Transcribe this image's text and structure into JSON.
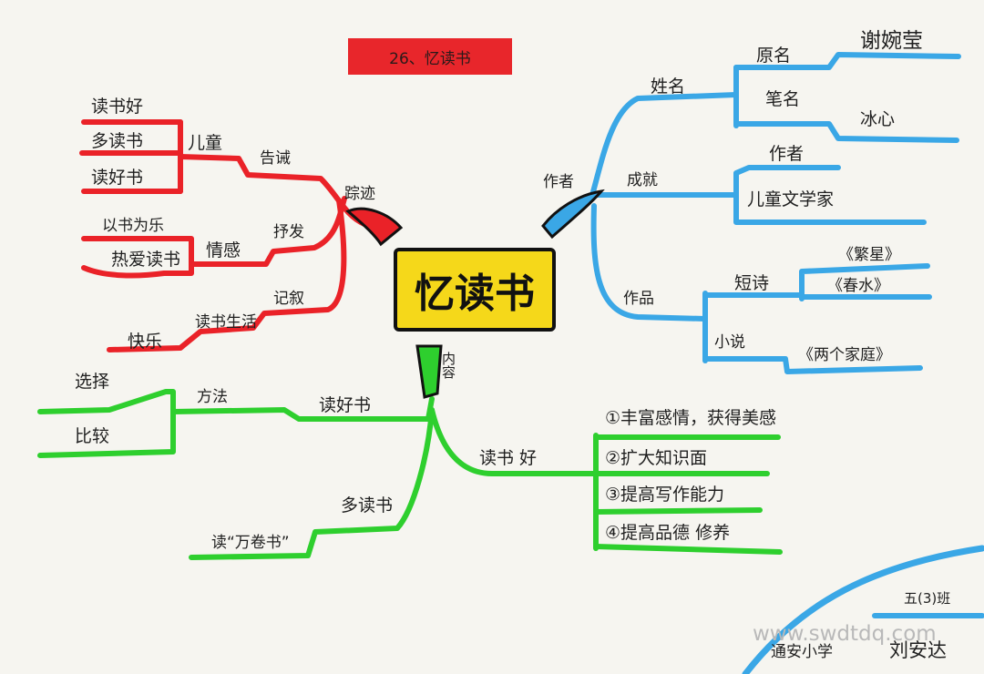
{
  "title": "26、忆读书",
  "center": "忆读书",
  "colors": {
    "red": "#ea2228",
    "blue": "#3aa7e6",
    "green": "#2ecf2e",
    "center_fill": "#f5d81a",
    "banner": "#e8262b"
  },
  "red_branch": {
    "key": "踪迹",
    "children": {
      "gaojie": "告诫",
      "ertong": "儿童",
      "dushuhao": "读书好",
      "duodushu": "多读书",
      "dushaoshu": "读好书",
      "shufa": "抒发",
      "qinggan": "情感",
      "yishu": "以书为乐",
      "reai": "热爱读书",
      "jixu": "记叙",
      "dushushenghuo": "读书生活",
      "kuaile": "快乐"
    }
  },
  "blue_branch": {
    "key": "作者",
    "children": {
      "xingming": "姓名",
      "yuanming": "原名",
      "xiewanying": "谢婉莹",
      "biming": "笔名",
      "bingxin": "冰心",
      "chengjiu": "成就",
      "zuojia": "作者",
      "ertongwenxue": "儿童文学家",
      "zuopin": "作品",
      "duanshi": "短诗",
      "fanxing": "《繁星》",
      "chunshui": "《春水》",
      "xiaoshuo": "小说",
      "lianggejiating": "《两个家庭》"
    }
  },
  "green_branch": {
    "key": "内容",
    "children": {
      "duhaoshu": "读好书",
      "fangfa": "方法",
      "xuanze": "选择",
      "bijiao": "比较",
      "duodushu": "多读书",
      "wanjuanshu": "读“万卷书”",
      "dushuhao": "读书 好",
      "item1": "①丰富感情，获得美感",
      "item2": "②扩大知识面",
      "item3": "③提高写作能力",
      "item4": "④提高品德 修养"
    }
  },
  "footer": {
    "class": "五(3)班",
    "school": "通安小学",
    "author": "刘安达",
    "watermark": "www.swdtdq.com"
  }
}
